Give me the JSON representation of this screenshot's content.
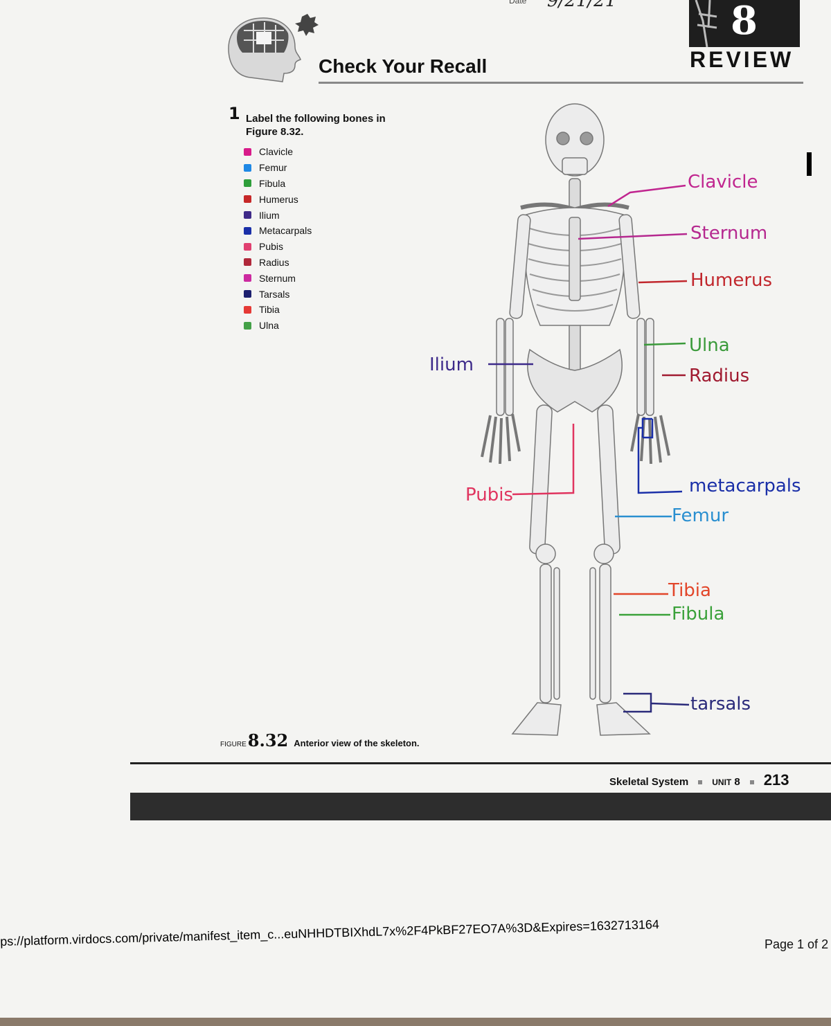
{
  "header": {
    "date_label": "Date",
    "date_value": "9/21/21",
    "section_title": "Check Your Recall",
    "unit_number": "8",
    "badge_label": "REVIEW"
  },
  "question": {
    "number": "1",
    "prompt": "Label the following bones in Figure 8.32.",
    "bones": [
      {
        "label": "Clavicle",
        "color": "#d81b8a"
      },
      {
        "label": "Femur",
        "color": "#1e88e5"
      },
      {
        "label": "Fibula",
        "color": "#2e9e3a"
      },
      {
        "label": "Humerus",
        "color": "#c62828"
      },
      {
        "label": "Ilium",
        "color": "#3f2a88"
      },
      {
        "label": "Metacarpals",
        "color": "#1a2fa8"
      },
      {
        "label": "Pubis",
        "color": "#e04070"
      },
      {
        "label": "Radius",
        "color": "#b0283a"
      },
      {
        "label": "Sternum",
        "color": "#cc2aa0"
      },
      {
        "label": "Tarsals",
        "color": "#1c1f6e"
      },
      {
        "label": "Tibia",
        "color": "#e53935"
      },
      {
        "label": "Ulna",
        "color": "#43a047"
      }
    ]
  },
  "handwritten_labels": {
    "clavicle": "Clavicle",
    "sternum": "Sternum",
    "humerus": "Humerus",
    "ulna": "Ulna",
    "radius": "Radius",
    "ilium": "Ilium",
    "metacarpals": "metacarpals",
    "pubis": "Pubis",
    "femur": "Femur",
    "tibia": "Tibia",
    "fibula": "Fibula",
    "tarsals": "tarsals"
  },
  "figure_caption": {
    "prefix": "FIGURE",
    "number": "8.32",
    "text": "Anterior view of the skeleton."
  },
  "footer": {
    "chapter": "Skeletal System",
    "unit_label": "UNIT",
    "unit_number": "8",
    "page_number": "213"
  },
  "browser_footer": {
    "url": "ps://platform.virdocs.com/private/manifest_item_c...euNHHDTBIXhdL7x%2F4PkBF27EO7A%3D&Expires=1632713164",
    "page_indicator": "Page 1 of 2"
  }
}
